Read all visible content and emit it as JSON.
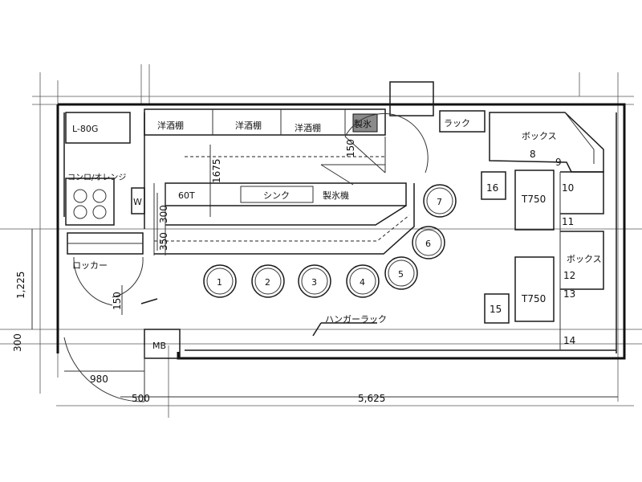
{
  "labels": {
    "fridge": "L-80G",
    "liquor1": "洋酒棚",
    "liquor2": "洋酒棚",
    "liquor3": "洋酒棚",
    "cooler": "製氷",
    "rack": "ラック",
    "box_top": "ボックス",
    "box_right": "ボックス",
    "range": "コンロ/オレンジ",
    "w": "W",
    "counter_607": "60T",
    "sink": "シンク",
    "ice_maker": "製氷機",
    "locker": "ロッカー",
    "meter_box": "MB",
    "hanger_rack": "ハンガーラック",
    "table_upper": "T750",
    "table_lower": "T750"
  },
  "dimensions": {
    "d1675": "1675",
    "d150_top": "150",
    "d300": "300",
    "d350": "350",
    "d1225": "1,225",
    "d150_mid": "150",
    "d300_left": "300",
    "d980": "980",
    "d500": "500",
    "d5625": "5,625"
  },
  "seats": [
    "1",
    "2",
    "3",
    "4",
    "5",
    "6",
    "7",
    "8",
    "9",
    "10",
    "11",
    "12",
    "13",
    "14",
    "15",
    "16"
  ]
}
